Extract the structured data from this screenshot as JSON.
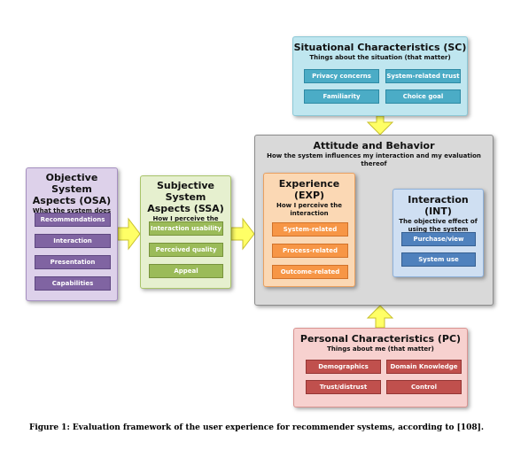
{
  "colors": {
    "arrow_fill": "#ffff66",
    "arrow_stroke": "#c9c12e",
    "sc": "#4bacc6",
    "osa": "#8064a2",
    "ssa": "#9bbb59",
    "exp": "#f79646",
    "int": "#4f81bd",
    "pc": "#c0504d"
  },
  "situational": {
    "title": "Situational Characteristics (SC)",
    "subtitle": "Things about the situation (that matter)",
    "items": [
      "Privacy concerns",
      "System-related trust",
      "Familiarity",
      "Choice goal"
    ]
  },
  "attitude": {
    "title": "Attitude and Behavior",
    "subtitle": "How the system influences my interaction and my evaluation thereof"
  },
  "objective": {
    "title_line1": "Objective System",
    "title_line2": "Aspects (OSA)",
    "subtitle": "What the system does",
    "items": [
      "Recommendations",
      "Interaction",
      "Presentation",
      "Capabilities"
    ]
  },
  "subjective": {
    "title_line1": "Subjective System",
    "title_line2": "Aspects (SSA)",
    "subtitle": "How I perceive the system",
    "items": [
      "Interaction usability",
      "Perceived quality",
      "Appeal"
    ]
  },
  "experience": {
    "title": "Experience (EXP)",
    "subtitle_line1": "How I perceive the",
    "subtitle_line2": "interaction",
    "items": [
      "System-related",
      "Process-related",
      "Outcome-related"
    ]
  },
  "interaction": {
    "title": "Interaction (INT)",
    "subtitle_line1": "The objective effect of",
    "subtitle_line2": "using the system",
    "items": [
      "Purchase/view",
      "System use"
    ]
  },
  "personal": {
    "title": "Personal Characteristics (PC)",
    "subtitle": "Things about me (that matter)",
    "items": [
      "Demographics",
      "Domain Knowledge",
      "Trust/distrust",
      "Control"
    ]
  },
  "caption": "Figure 1: Evaluation framework of the user experience for recommender systems, according to [108]."
}
